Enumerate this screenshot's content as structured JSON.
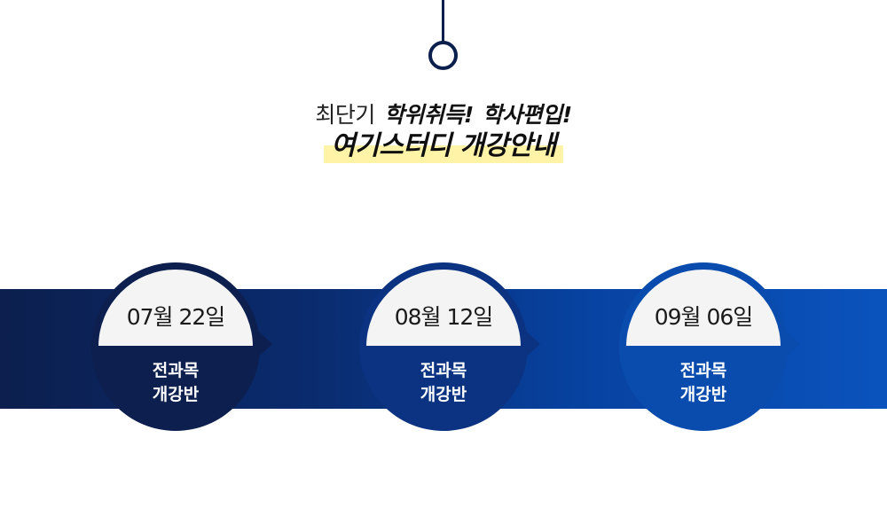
{
  "header": {
    "lead_light": "최단기",
    "lead_bold_1": "학위취득!",
    "lead_bold_2": "학사편입!",
    "title": "여기스터디 개강안내"
  },
  "schedule": [
    {
      "date": "07월 22일",
      "label_line1": "전과목",
      "label_line2": "개강반"
    },
    {
      "date": "08월 12일",
      "label_line1": "전과목",
      "label_line2": "개강반"
    },
    {
      "date": "09월 06일",
      "label_line1": "전과목",
      "label_line2": "개강반"
    }
  ],
  "colors": {
    "navy_dark": "#0c1f4e",
    "navy_mid": "#0b3382",
    "blue": "#0a4cad",
    "highlight": "#fff3a8"
  }
}
